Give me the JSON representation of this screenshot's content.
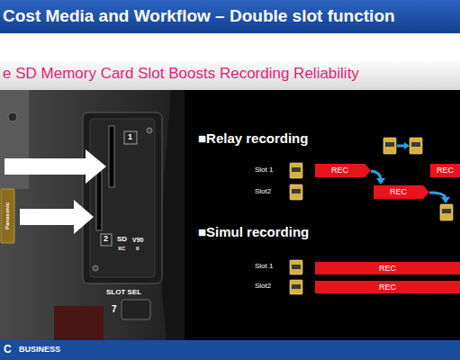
{
  "diagram": {
    "title": "Cost Media and Workflow – Double slot function",
    "nodes": [
      {
        "text": [
          "REC"
        ]
      },
      {
        "text": [
          "REC"
        ]
      },
      {
        "text": [
          "REC"
        ]
      },
      {
        "text": [
          "REC"
        ]
      },
      {
        "text": [
          "REC"
        ]
      }
    ],
    "labels": [
      "e SD Memory Card Slot Boosts Recording Reliability",
      "1",
      "2",
      "SD",
      "XC",
      "V90",
      "II",
      "SLOT SEL",
      "7",
      "Panasonic",
      "■Relay recording",
      "Slot 1",
      "Slot2",
      "■Simul recording",
      "Slot 1",
      "Slot2",
      "C",
      "BUSINESS"
    ]
  }
}
